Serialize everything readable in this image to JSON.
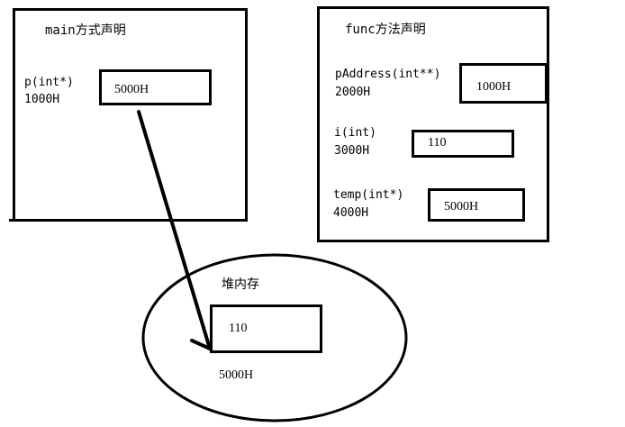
{
  "main_panel": {
    "title": "main方式声明",
    "var_name": "p(int*)",
    "var_addr": "1000H",
    "var_value": "5000H"
  },
  "func_panel": {
    "title": "func方法声明",
    "vars": [
      {
        "name": "pAddress(int**)",
        "addr": "2000H",
        "value": "1000H"
      },
      {
        "name": "i(int)",
        "addr": "3000H",
        "value": "110"
      },
      {
        "name": "temp(int*)",
        "addr": "4000H",
        "value": "5000H"
      }
    ]
  },
  "heap": {
    "title": "堆内存",
    "value": "110",
    "addr": "5000H"
  },
  "colors": {
    "stroke": "#000000",
    "background": "#ffffff"
  }
}
